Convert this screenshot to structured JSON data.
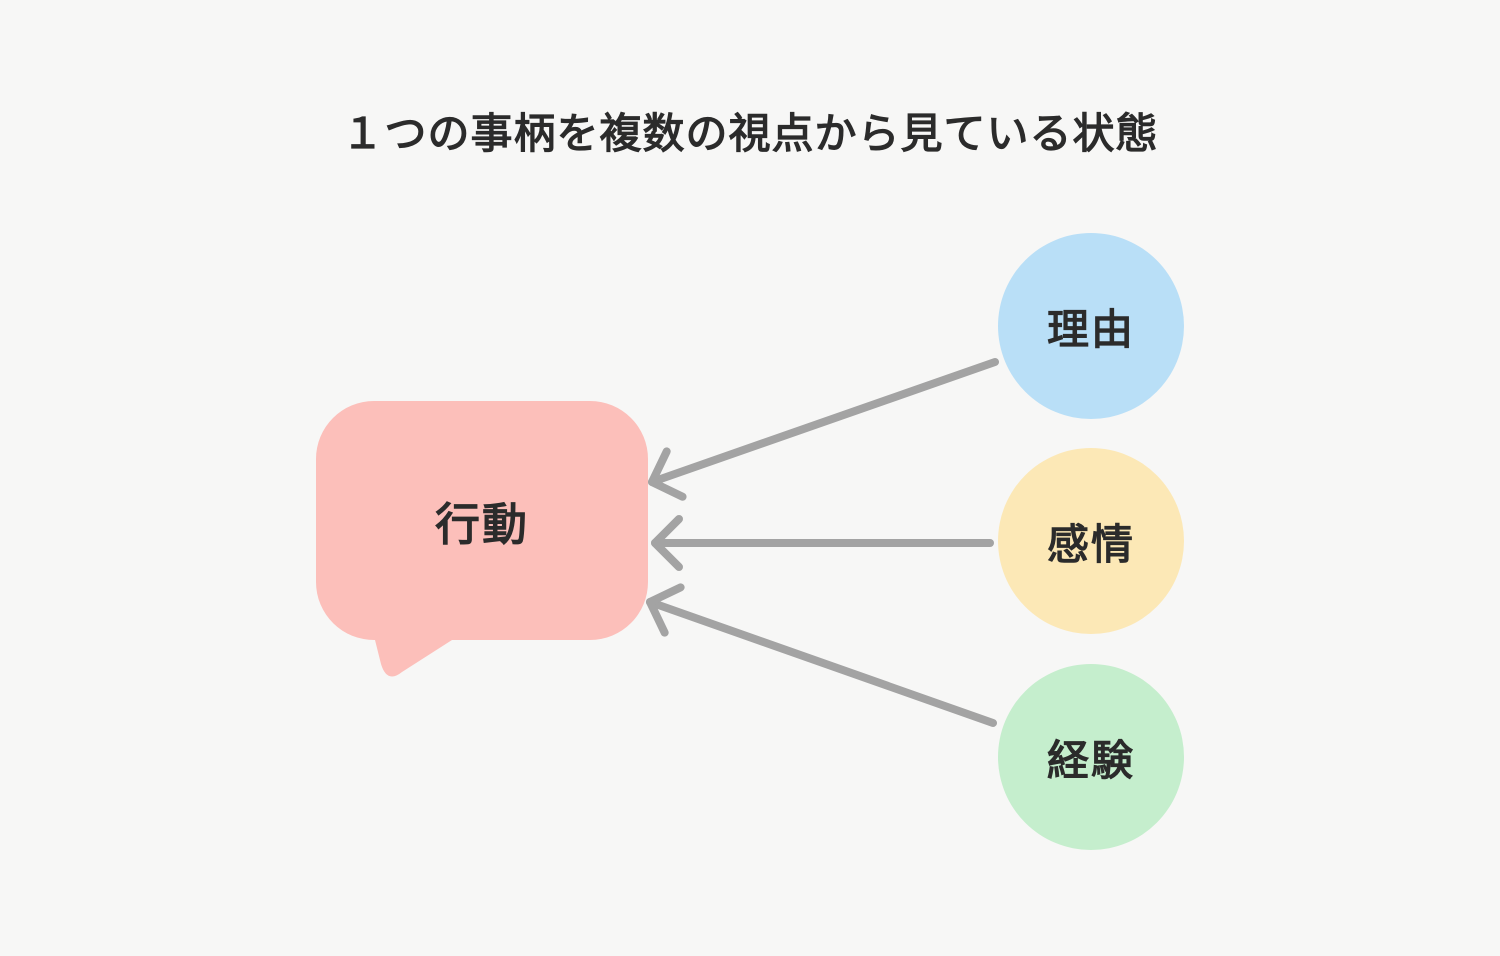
{
  "title": "１つの事柄を複数の視点から見ている状態",
  "bubble": {
    "label": "行動"
  },
  "nodes": [
    {
      "label": "理由",
      "color": "#B9DFF7"
    },
    {
      "label": "感情",
      "color": "#FCE8B6"
    },
    {
      "label": "経験",
      "color": "#C5EECD"
    }
  ],
  "colors": {
    "background": "#F7F7F6",
    "bubble": "#FCBFBA",
    "arrow": "#A3A3A3",
    "text": "#2B2B2B"
  }
}
